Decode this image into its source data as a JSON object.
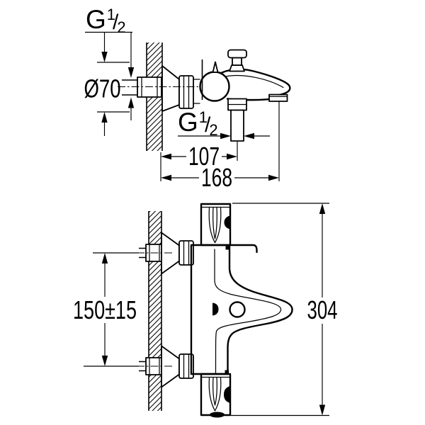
{
  "colors": {
    "line": "#000000",
    "background": "#ffffff"
  },
  "side_view": {
    "wall_thread": {
      "g": "G",
      "num": "1",
      "slash": "/",
      "den": "2"
    },
    "escutcheon_diameter": "Ø70",
    "outlet_thread": {
      "g": "G",
      "num": "1",
      "slash": "/",
      "den": "2"
    },
    "dim_outlet_offset": "107",
    "dim_total_projection": "168"
  },
  "front_view": {
    "dim_connection_spacing": "150±15",
    "dim_overall_height": "304"
  }
}
